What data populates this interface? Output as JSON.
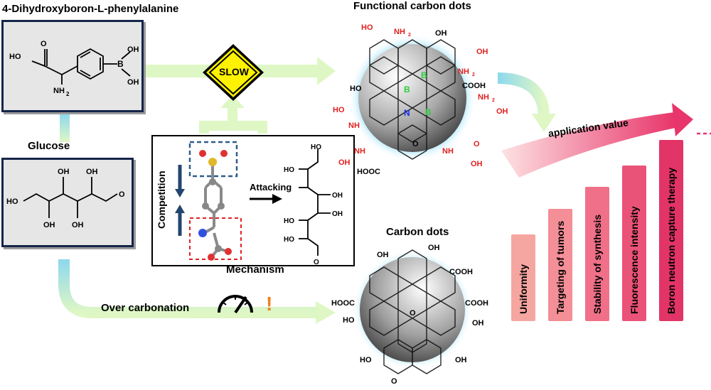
{
  "titles": {
    "phenylalanine": "4-Dihydroxyboron-L-phenylalanine",
    "glucose": "Glucose",
    "functional_dots": "Functional carbon dots",
    "carbon_dots": "Carbon dots",
    "mechanism": "Mechanism"
  },
  "labels": {
    "slow": "SLOW",
    "competition": "Competition",
    "attacking": "Attacking",
    "over_carbonation": "Over carbonation",
    "application_value": "application value",
    "warning": "!"
  },
  "molecule_text": {
    "ho": "HO",
    "oh": "OH",
    "o": "O",
    "nh2": "NH",
    "sub2": "2",
    "b": "B",
    "n": "N",
    "cooh": "COOH",
    "hooc": "HOOC"
  },
  "bars": [
    {
      "label": "Uniformity",
      "level": 0.48,
      "color": "#f6a6a0"
    },
    {
      "label": "Targeting of tumors",
      "level": 0.62,
      "color": "#f48e97"
    },
    {
      "label": "Stability of synthesis",
      "level": 0.74,
      "color": "#ef7088"
    },
    {
      "label": "Fluorescence intensity",
      "level": 0.86,
      "color": "#ea5378"
    },
    {
      "label": "Boron neutron capture therapy",
      "level": 1.0,
      "color": "#e23466"
    }
  ],
  "colors": {
    "box_border": "#15254a",
    "arrow_green": "#dff7c4",
    "arrow_cyan": "#8dd8ee",
    "amine_red": "#e02020",
    "boron_green": "#2ecc40",
    "nitrogen_blue": "#1a2ee6",
    "slow_sign": "#fff200",
    "dash_blue": "#2f5d8c",
    "dash_red": "#e02020",
    "curve_pink": "#e8356a"
  }
}
